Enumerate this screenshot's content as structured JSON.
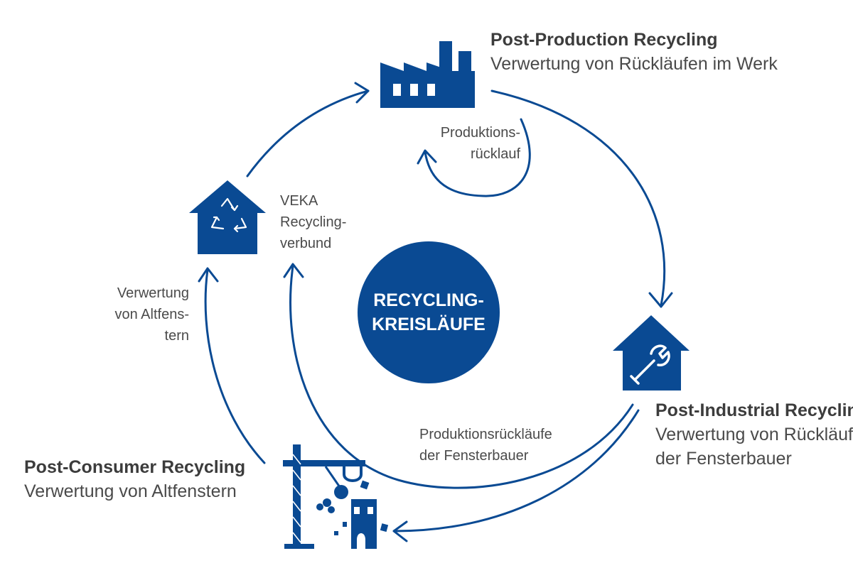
{
  "colors": {
    "primary": "#0a4a93",
    "text": "#4a4a4a",
    "background": "#ffffff"
  },
  "center": {
    "line1": "RECYCLING-",
    "line2": "KREISLÄUFE"
  },
  "post_production": {
    "title": "Post-Production Recycling",
    "subtitle": "Verwertung von Rückläufen im Werk",
    "icon": "factory-icon"
  },
  "produktionsruecklauf": {
    "line1": "Produktions-",
    "line2": "rücklauf"
  },
  "post_industrial": {
    "title": "Post-Industrial Recycling",
    "subtitle_line1": "Verwertung von Rückläufen",
    "subtitle_line2": "der Fensterbauer",
    "icon": "wrench-house-icon"
  },
  "post_consumer": {
    "title": "Post-Consumer Recycling",
    "subtitle": "Verwertung von Altfenstern",
    "icon": "demolition-crane-icon"
  },
  "veka": {
    "line1": "VEKA",
    "line2": "Recycling-",
    "line3": "verbund",
    "icon": "recycling-house-icon"
  },
  "verwertung_altfenster": {
    "line1": "Verwertung",
    "line2": "von Altfens-",
    "line3": "tern"
  },
  "fensterbauer_ruecklaeufe": {
    "line1": "Produktionsrückläufe",
    "line2": "der Fensterbauer"
  }
}
